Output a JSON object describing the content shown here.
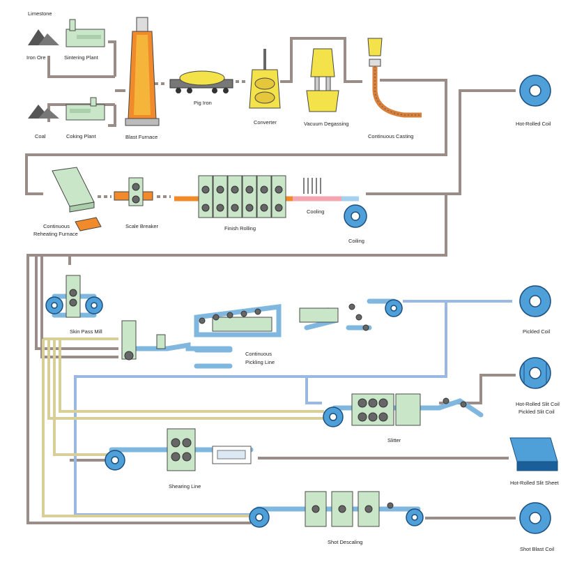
{
  "labels": {
    "limestone": "Limestone",
    "iron_ore": "Iron Ore",
    "sintering_plant": "Sintering Plant",
    "coal": "Coal",
    "coking_plant": "Coking Plant",
    "blast_furnace": "Blast Furnace",
    "pig_iron": "Pig Iron",
    "converter": "Converter",
    "vacuum_degassing": "Vacuum Degassing",
    "continuous_casting": "Continuous Casting",
    "hot_rolled_coil": "Hot-Rolled Coil",
    "continuous_reheating_furnace_1": "Continuous",
    "continuous_reheating_furnace_2": "Reheating Furnace",
    "scale_breaker": "Scale Breaker",
    "finish_rolling": "Finish Rolling",
    "cooling": "Cooling",
    "coiling": "Coiling",
    "skin_pass_mill": "Skin Pass Mill",
    "continuous_pickling_line_1": "Continuous",
    "continuous_pickling_line_2": "Pickling Line",
    "pickled_coil": "Pickled Coil",
    "hot_rolled_slit_coil": "Hot-Rolled Slit Coil",
    "pickled_slit_coil": "Pickled Slit Coil",
    "slitter": "Slitter",
    "shearing_line": "Shearing Line",
    "hot_rolled_slit_sheet": "Hot-Rolled Slit Sheet",
    "shot_descaling": "Shot Descaling",
    "shot_blast_coil": "Shot Blast Coil"
  },
  "colors": {
    "pipe_brown": "#9a8c86",
    "pipe_blue": "#9ab9e0",
    "pipe_tan": "#d8cf98",
    "strip_blue": "#7fb7df",
    "equipment_green": "#c9e6c8",
    "molten_orange": "#f08a2a",
    "vessel_yellow": "#f3e24a",
    "coil_blue": "#4f9fd8"
  },
  "icons": [
    "raw-material-pile",
    "blast-furnace",
    "pig-iron-car",
    "converter-vessel",
    "degassing-vessel",
    "casting-machine",
    "reheating-furnace",
    "slab",
    "roll-stand",
    "coil",
    "sheet-stack"
  ]
}
